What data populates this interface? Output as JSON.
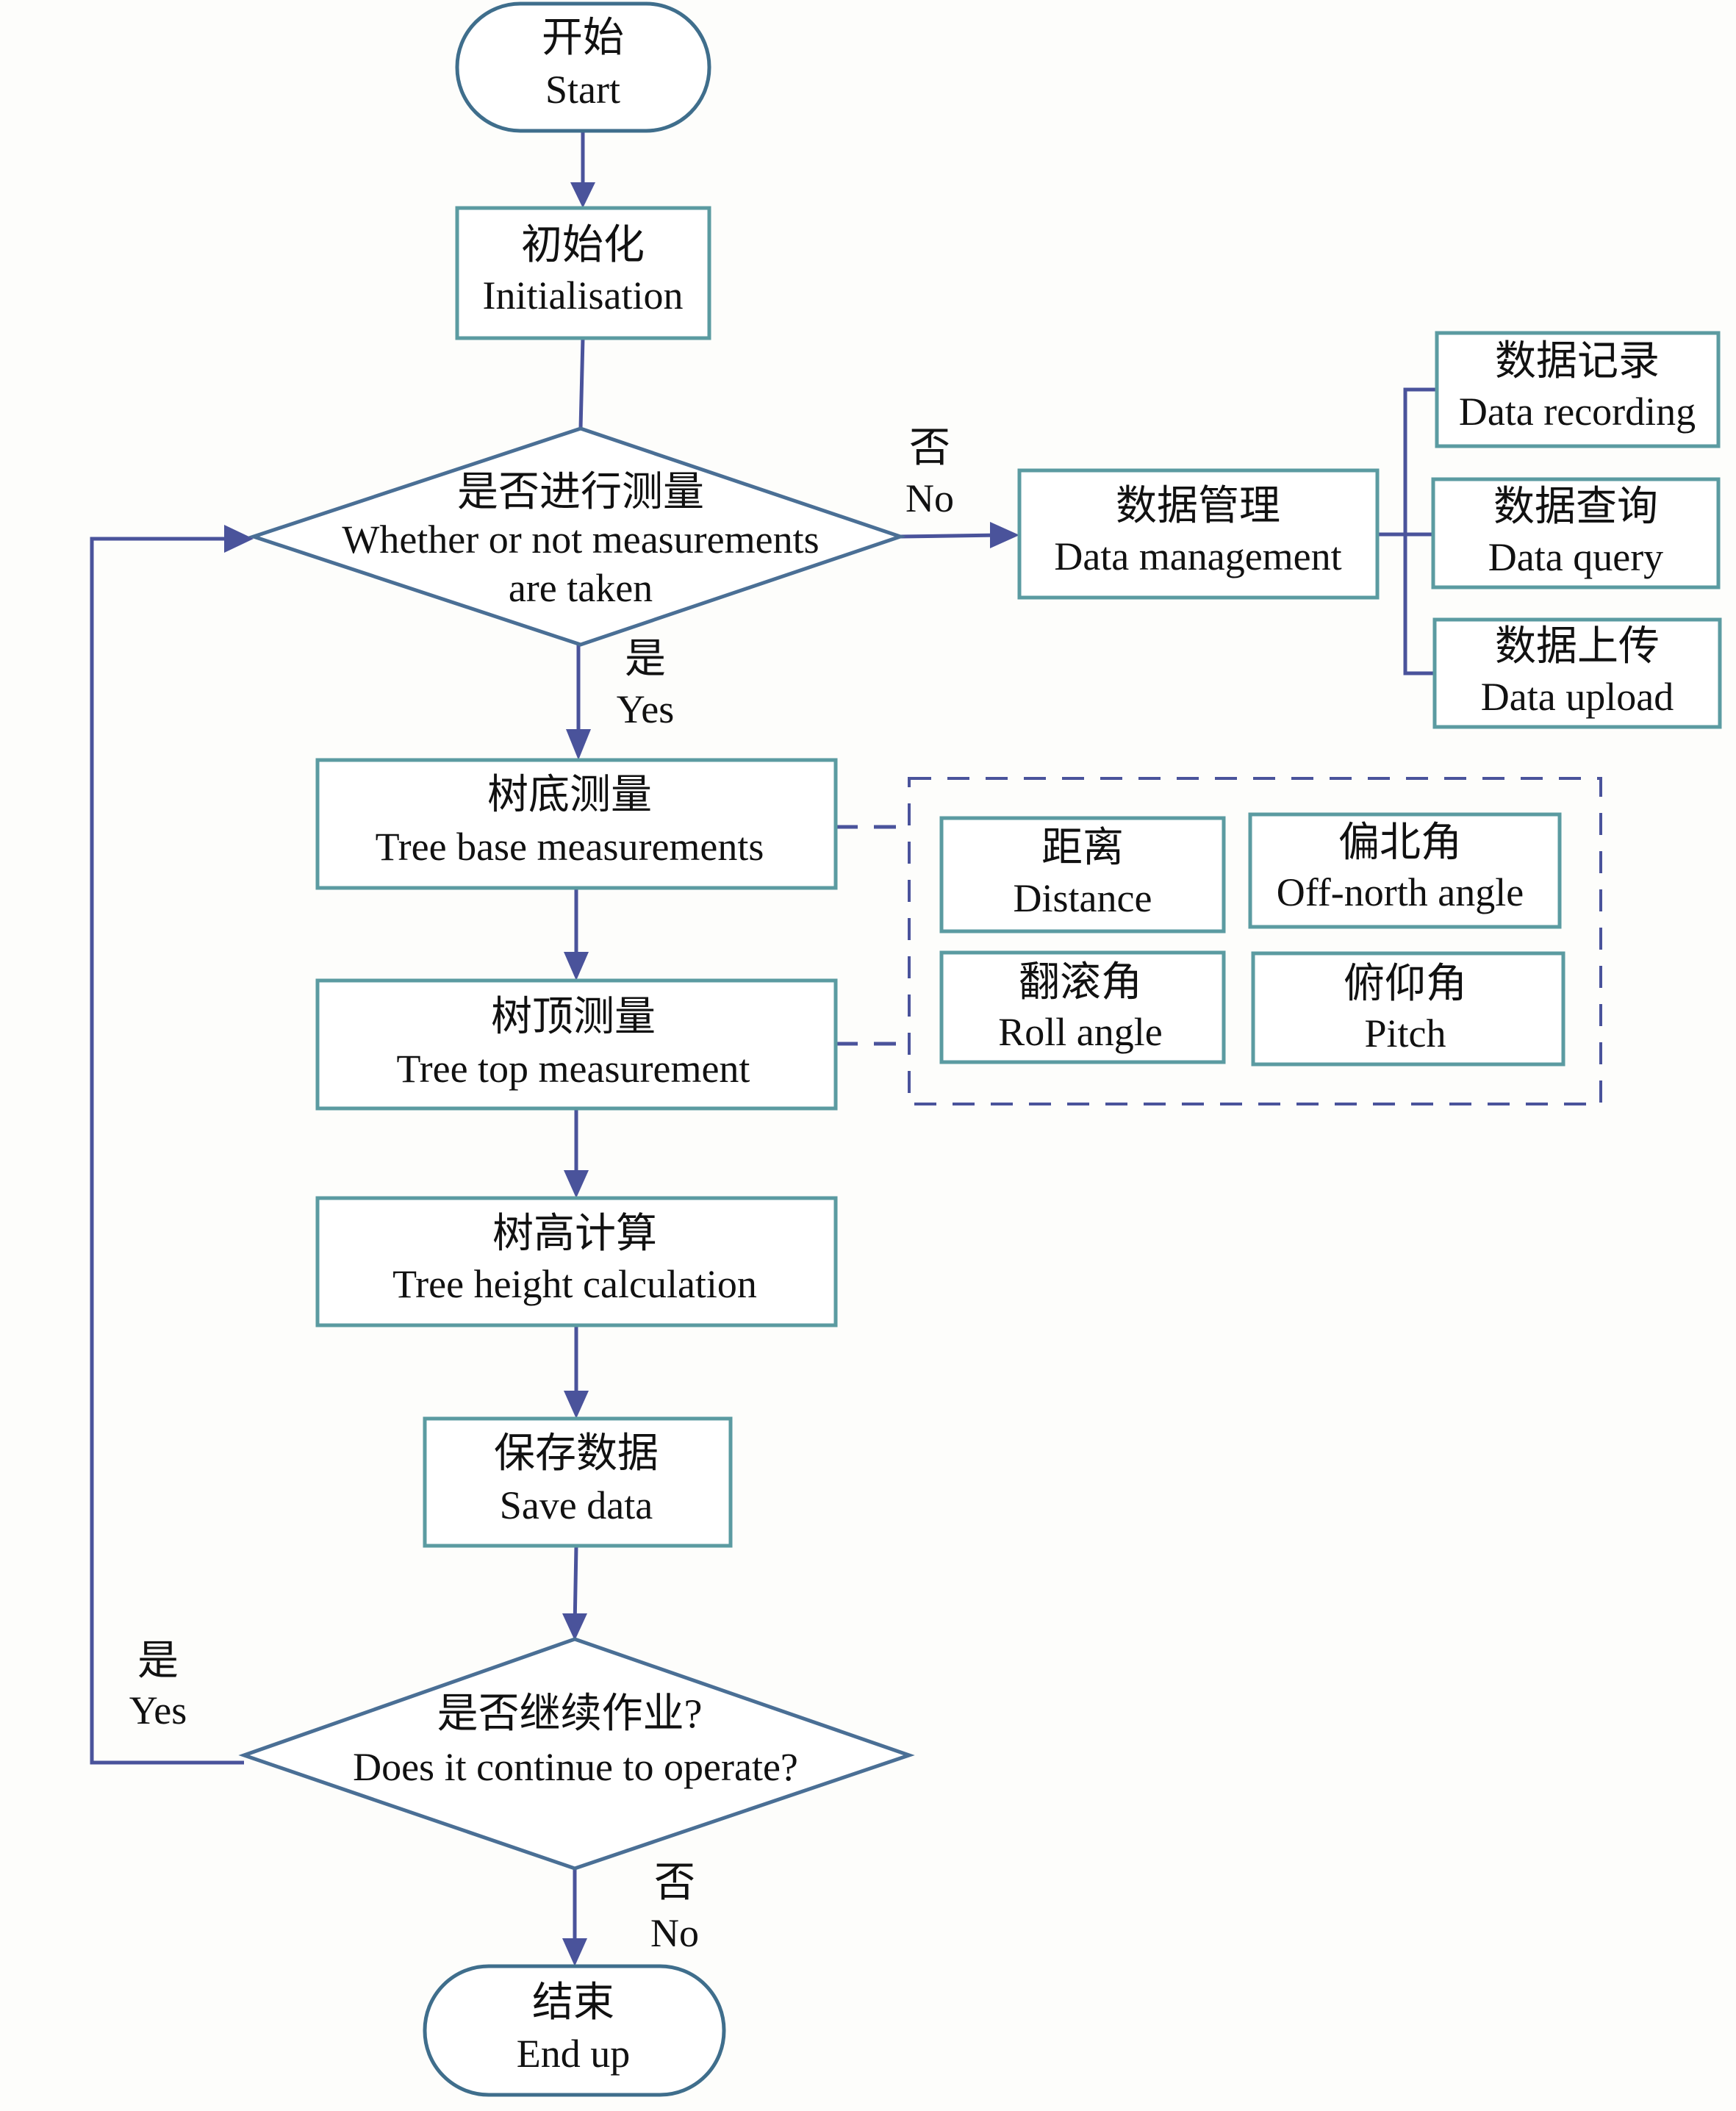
{
  "nodes": {
    "start": {
      "zh": "开始",
      "en": "Start"
    },
    "init": {
      "zh": "初始化",
      "en": "Initialisation"
    },
    "decision_measure": {
      "zh": "是否进行测量",
      "en1": "Whether or not measurements",
      "en2": "are taken"
    },
    "data_management": {
      "zh": "数据管理",
      "en": "Data management"
    },
    "data_recording": {
      "zh": "数据记录",
      "en": "Data recording"
    },
    "data_query": {
      "zh": "数据查询",
      "en": "Data query"
    },
    "data_upload": {
      "zh": "数据上传",
      "en": "Data upload"
    },
    "tree_base": {
      "zh": "树底测量",
      "en": "Tree base measurements"
    },
    "tree_top": {
      "zh": "树顶测量",
      "en": "Tree top measurement"
    },
    "distance": {
      "zh": "距离",
      "en": "Distance"
    },
    "off_north": {
      "zh": "偏北角",
      "en": "Off-north angle"
    },
    "roll": {
      "zh": "翻滚角",
      "en": "Roll angle"
    },
    "pitch": {
      "zh": "俯仰角",
      "en": "Pitch"
    },
    "height_calc": {
      "zh": "树高计算",
      "en": "Tree height calculation"
    },
    "save": {
      "zh": "保存数据",
      "en": "Save data"
    },
    "decision_continue": {
      "zh": "是否继续作业?",
      "en": "Does it continue to operate?"
    },
    "end": {
      "zh": "结束",
      "en": "End up"
    }
  },
  "edge_labels": {
    "measure_no": {
      "zh": "否",
      "en": "No"
    },
    "measure_yes": {
      "zh": "是",
      "en": "Yes"
    },
    "continue_yes": {
      "zh": "是",
      "en": "Yes"
    },
    "continue_no": {
      "zh": "否",
      "en": "No"
    }
  }
}
